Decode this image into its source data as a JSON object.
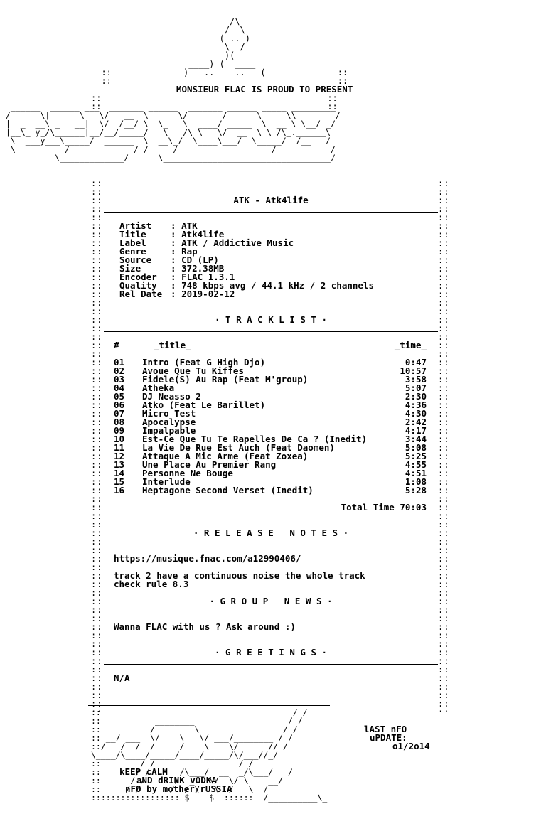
{
  "header": {
    "intro": "MONSIEUR FLAC IS PROUD TO PRESENT",
    "release_title": "ATK - Atk4life"
  },
  "info": [
    {
      "key": "Artist",
      "value": "ATK"
    },
    {
      "key": "Title",
      "value": "Atk4life"
    },
    {
      "key": "Label",
      "value": "ATK / Addictive Music"
    },
    {
      "key": "Genre",
      "value": "Rap"
    },
    {
      "key": "Source",
      "value": "CD (LP)"
    },
    {
      "key": "Size",
      "value": "372.38MB"
    },
    {
      "key": "Encoder",
      "value": "FLAC 1.3.1"
    },
    {
      "key": "Quality",
      "value": "748 kbps avg / 44.1 kHz / 2 channels"
    },
    {
      "key": "Rel Date",
      "value": "2019-02-12"
    }
  ],
  "tracklist": {
    "heading": "T R A C K L I S T",
    "col_num": "#",
    "col_title": "_title_",
    "col_time": "_time_",
    "tracks": [
      {
        "num": "01",
        "title": "Intro (Feat G High Djo)",
        "time": "0:47"
      },
      {
        "num": "02",
        "title": "Avoue Que Tu Kiffes",
        "time": "10:57"
      },
      {
        "num": "03",
        "title": "Fidele(S) Au Rap (Feat M'group)",
        "time": "3:58"
      },
      {
        "num": "04",
        "title": "Atheka",
        "time": "5:07"
      },
      {
        "num": "05",
        "title": "DJ Neasso 2",
        "time": "2:30"
      },
      {
        "num": "06",
        "title": "Atko (Feat Le Barillet)",
        "time": "4:36"
      },
      {
        "num": "07",
        "title": "Micro Test",
        "time": "4:30"
      },
      {
        "num": "08",
        "title": "Apocalypse",
        "time": "2:42"
      },
      {
        "num": "09",
        "title": "Impalpable",
        "time": "4:17"
      },
      {
        "num": "10",
        "title": "Est-Ce Que Tu Te Rapelles De Ca ? (Inedit)",
        "time": "3:44"
      },
      {
        "num": "11",
        "title": "La Vie De Rue Est Auch (Feat Daomen)",
        "time": "5:08"
      },
      {
        "num": "12",
        "title": "Attaque A Mic Arme (Feat Zoxea)",
        "time": "5:25"
      },
      {
        "num": "13",
        "title": "Une Place Au Premier Rang",
        "time": "4:55"
      },
      {
        "num": "14",
        "title": "Personne Ne Bouge",
        "time": "4:51"
      },
      {
        "num": "15",
        "title": "Interlude",
        "time": "1:08"
      },
      {
        "num": "16",
        "title": "Heptagone Second Verset (Inedit)",
        "time": "5:28"
      }
    ],
    "total": "Total Time 70:03"
  },
  "release_notes": {
    "heading": "R E L E A S E   N O T E S",
    "line1": "https://musique.fnac.com/a12990406/",
    "line2": "track 2 have a continuous noise the whole track",
    "line3": "check rule 8.3"
  },
  "group_news": {
    "heading": "G R O U P   N E W S",
    "text": "Wanna FLAC with us ? Ask around :)"
  },
  "greetings": {
    "heading": "G R E E T I N G S",
    "text": "N/A"
  },
  "footer": {
    "last_nfo": "lAST nFO",
    "update_label": "uPDATE:",
    "update_date": "o1/2o14",
    "keep": "kEEP cALM",
    "drink": "aND dRINK vODKA",
    "credit": "nFO by mother/rUSSIA"
  }
}
